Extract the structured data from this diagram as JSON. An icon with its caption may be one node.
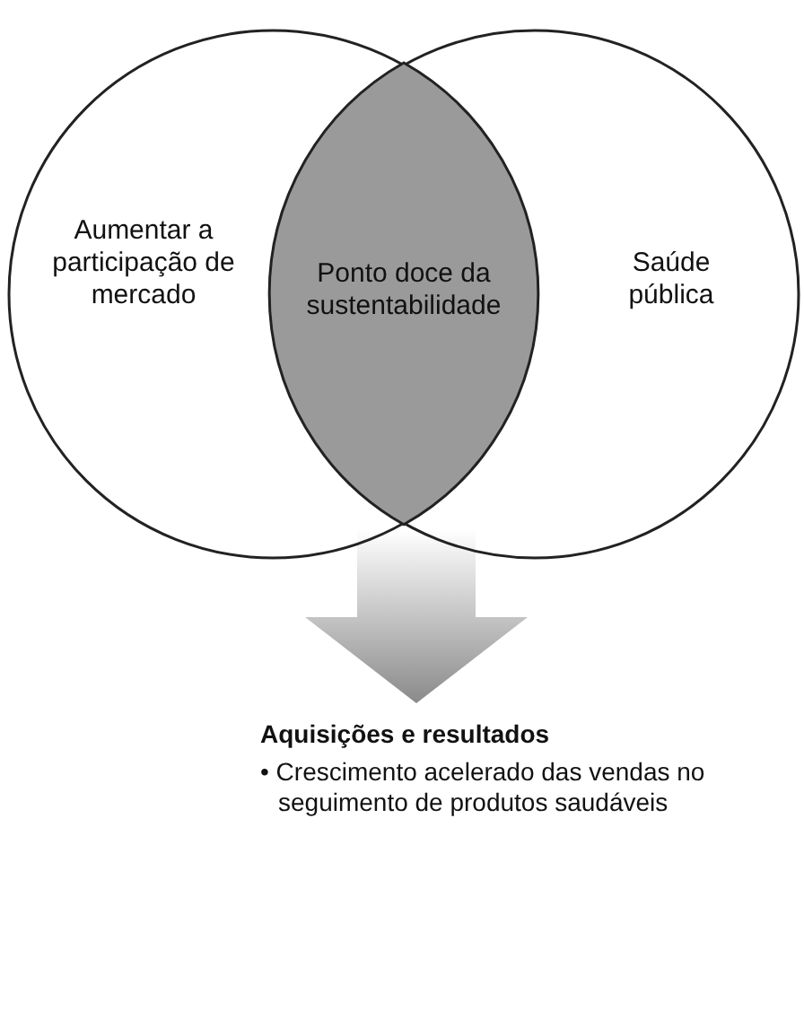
{
  "diagram": {
    "nodes": [
      {
        "text": [
          "Aumentar a participação de mercado"
        ]
      },
      {
        "text": [
          "Ponto doce da sustentabilidade"
        ]
      },
      {
        "text": [
          "Saúde pública"
        ]
      },
      {
        "text": [
          "Aquisições e resultados",
          "• Crescimento acelerado das vendas no seguimento de produtos saudáveis"
        ]
      }
    ],
    "edges": [
      {
        "from": 1,
        "to": 3,
        "arrow": "to"
      }
    ]
  }
}
